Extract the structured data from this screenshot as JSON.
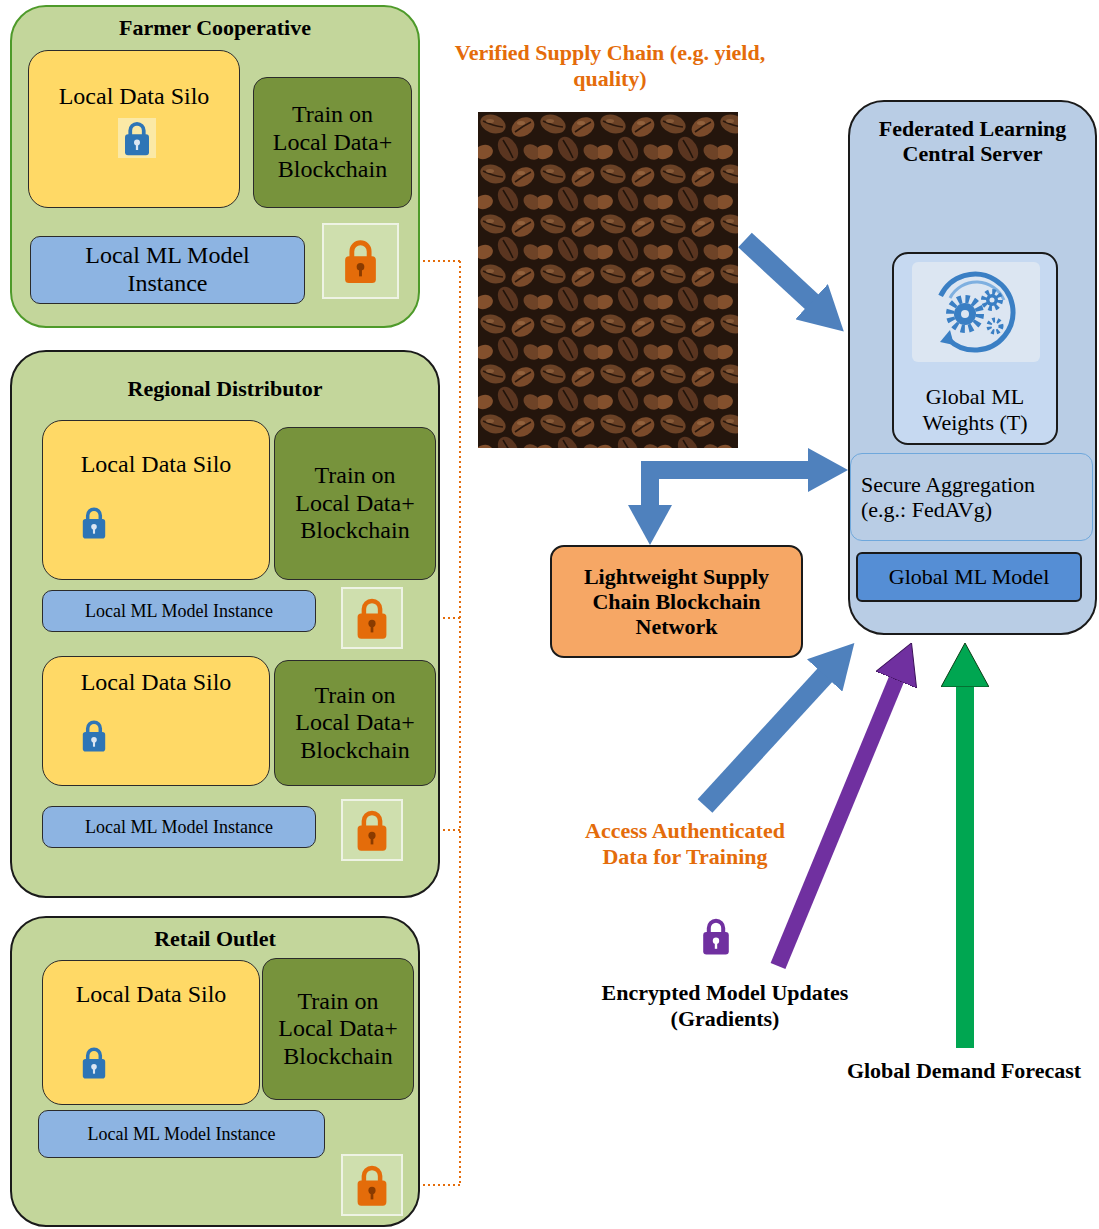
{
  "diagram": {
    "nodes": [
      {
        "text": [
          "Farmer Cooperative"
        ]
      },
      {
        "text": [
          "Local Data Silo"
        ],
        "in": 0
      },
      {
        "text": [
          "Train on Local Data+ Blockchain"
        ],
        "in": 0
      },
      {
        "text": [
          "Local ML Model Instance"
        ],
        "in": 0
      },
      {
        "text": [
          "Regional Distributor"
        ]
      },
      {
        "text": [
          "Local Data Silo"
        ],
        "in": 4
      },
      {
        "text": [
          "Train on Local Data+ Blockchain"
        ],
        "in": 4
      },
      {
        "text": [
          "Local ML Model Instance"
        ],
        "in": 4
      },
      {
        "text": [
          "Local Data Silo"
        ],
        "in": 4
      },
      {
        "text": [
          "Train on Local Data+ Blockchain"
        ],
        "in": 4
      },
      {
        "text": [
          "Local ML Model Instance"
        ],
        "in": 4
      },
      {
        "text": [
          "Retail Outlet"
        ]
      },
      {
        "text": [
          "Local Data Silo"
        ],
        "in": 11
      },
      {
        "text": [
          "Train on Local Data+ Blockchain"
        ],
        "in": 11
      },
      {
        "text": [
          "Local ML Model Instance"
        ],
        "in": 11
      },
      {
        "text": [
          "Lightweight Supply Chain Blockchain Network"
        ]
      },
      {
        "text": [
          "Federated Learning Central Server"
        ]
      },
      {
        "text": [
          "Global ML Weights (T)"
        ],
        "in": 16
      },
      {
        "text": [
          "Secure Aggregation (e.g.: FedAVg)"
        ],
        "in": 16
      },
      {
        "text": [
          "Global ML Model"
        ],
        "in": 16
      }
    ],
    "edges": [
      {
        "from": 15,
        "to": 16,
        "arrow": "both"
      }
    ],
    "labels": [
      "Verified Supply Chain (e.g. yield, quality)",
      "Access Authenticated Data for Training",
      "Encrypted Model Updates (Gradients)",
      "Global Demand Forecast"
    ]
  }
}
